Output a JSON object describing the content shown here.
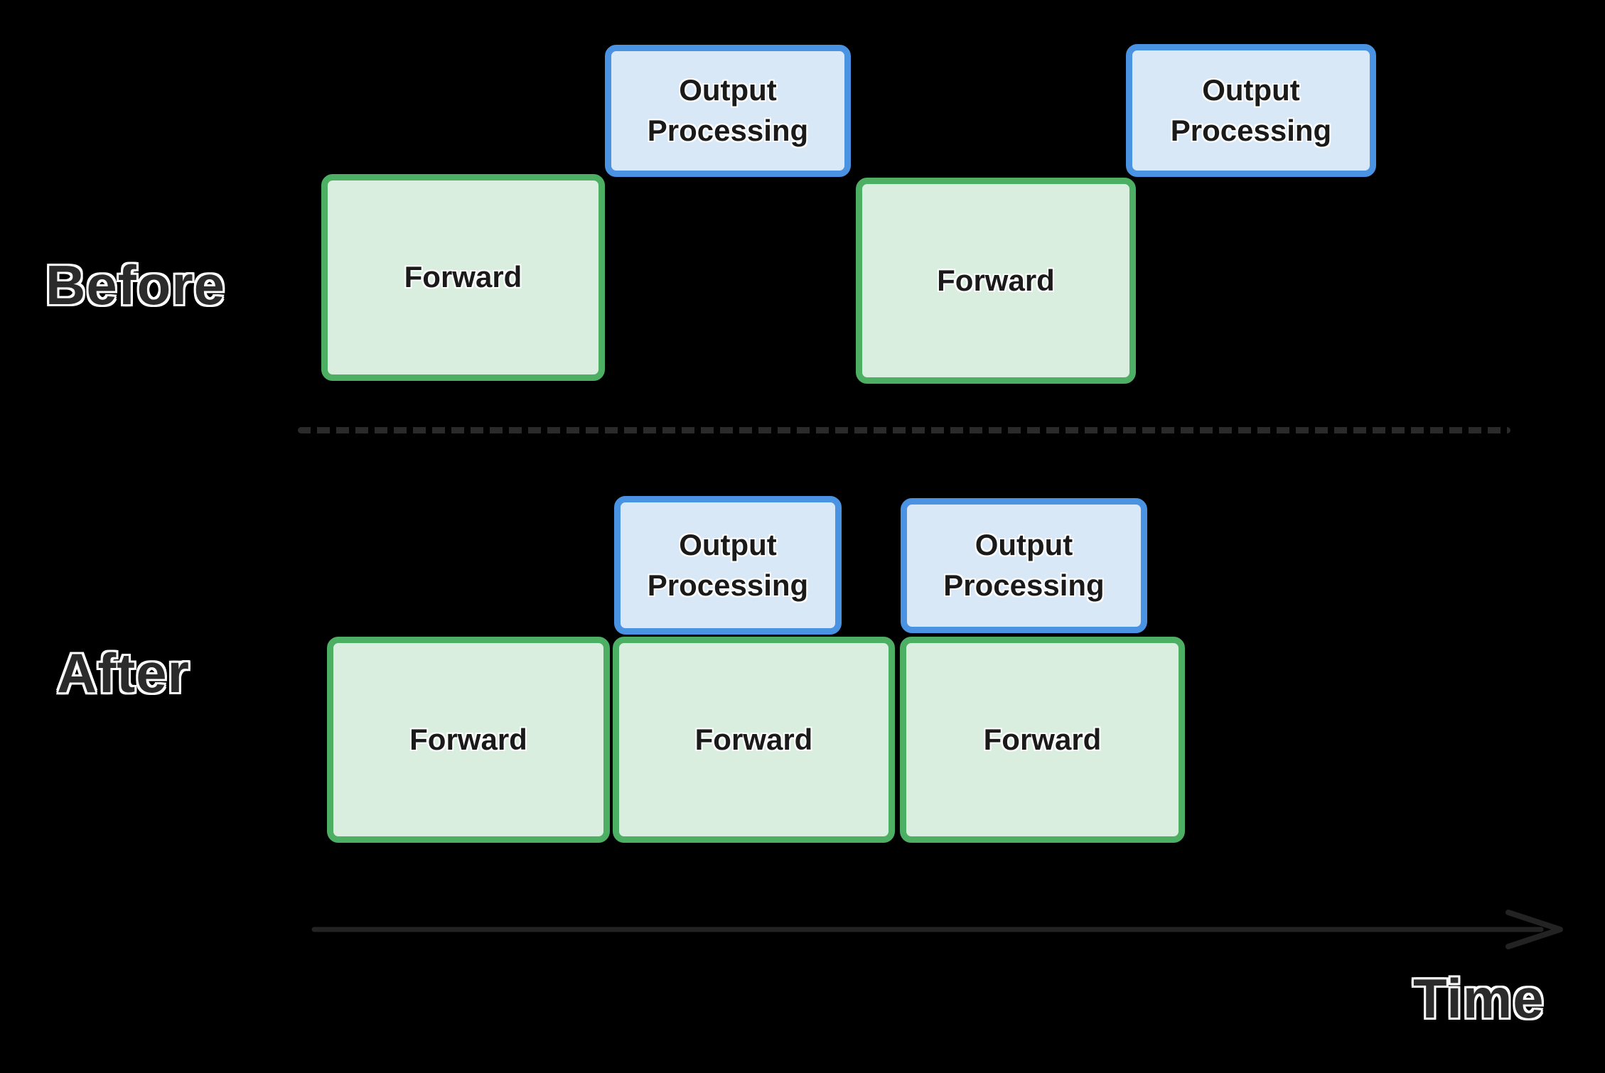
{
  "labels": {
    "before": "Before",
    "after": "After",
    "time": "Time"
  },
  "before": {
    "forward": [
      {
        "label": "Forward"
      },
      {
        "label": "Forward"
      }
    ],
    "output": [
      {
        "label": "Output Processing"
      },
      {
        "label": "Output Processing"
      }
    ]
  },
  "after": {
    "forward": [
      {
        "label": "Forward"
      },
      {
        "label": "Forward"
      },
      {
        "label": "Forward"
      }
    ],
    "output": [
      {
        "label": "Output Processing"
      },
      {
        "label": "Output Processing"
      }
    ]
  },
  "colors": {
    "background": "#000000",
    "forward_fill": "#d9eedf",
    "forward_border": "#4daf63",
    "output_fill": "#d9e8f7",
    "output_border": "#4a92e2",
    "box_text": "#1a1a1a",
    "label_text": "#2b2b2b",
    "label_outline": "#ffffff",
    "divider": "#2a2a2a",
    "axis_arrow": "#232323"
  }
}
